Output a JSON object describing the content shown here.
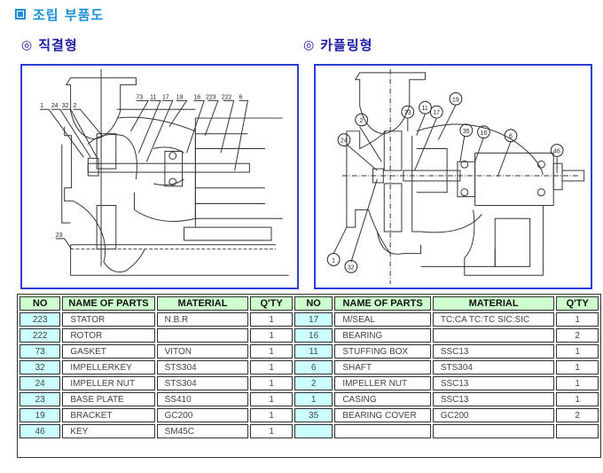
{
  "page": {
    "title": "조립 부품도",
    "title_icon": "square-bullet-icon",
    "accent_color": "#1a8ed8"
  },
  "diagrams": [
    {
      "heading": "직결형",
      "bullet": "◎",
      "part_labels": [
        "1",
        "24",
        "32",
        "2",
        "73",
        "11",
        "17",
        "19",
        "16",
        "223",
        "222",
        "6",
        "23"
      ]
    },
    {
      "heading": "카플링형",
      "bullet": "◎",
      "part_labels": [
        "2",
        "24",
        "73",
        "11",
        "17",
        "19",
        "35",
        "16",
        "6",
        "46",
        "1",
        "32"
      ]
    }
  ],
  "table": {
    "headers": [
      "NO",
      "NAME OF PARTS",
      "MATERIAL",
      "Q'TY",
      "NO",
      "NAME OF PARTS",
      "MATERIAL",
      "Q'TY"
    ],
    "rows": [
      {
        "left": {
          "no": "223",
          "name": "STATOR",
          "material": "N.B.R",
          "qty": "1"
        },
        "right": {
          "no": "17",
          "name": "M/SEAL",
          "material": "TC:CA TC:TC SIC:SIC",
          "qty": "1"
        }
      },
      {
        "left": {
          "no": "222",
          "name": "ROTOR",
          "material": "",
          "qty": "1"
        },
        "right": {
          "no": "16",
          "name": "BEARING",
          "material": "",
          "qty": "2"
        }
      },
      {
        "left": {
          "no": "73",
          "name": "GASKET",
          "material": "VITON",
          "qty": "1"
        },
        "right": {
          "no": "11",
          "name": "STUFFING BOX",
          "material": "SSC13",
          "qty": "1"
        }
      },
      {
        "left": {
          "no": "32",
          "name": "IMPELLERKEY",
          "material": "STS304",
          "qty": "1"
        },
        "right": {
          "no": "6",
          "name": "SHAFT",
          "material": "STS304",
          "qty": "1"
        }
      },
      {
        "left": {
          "no": "24",
          "name": "IMPELLER NUT",
          "material": "STS304",
          "qty": "1"
        },
        "right": {
          "no": "2",
          "name": "IMPELLER NUT",
          "material": "SSC13",
          "qty": "1"
        }
      },
      {
        "left": {
          "no": "23",
          "name": "BASE PLATE",
          "material": "SS410",
          "qty": "1"
        },
        "right": {
          "no": "1",
          "name": "CASING",
          "material": "SSC13",
          "qty": "1"
        }
      },
      {
        "left": {
          "no": "19",
          "name": "BRACKET",
          "material": "GC200",
          "qty": "1"
        },
        "right": {
          "no": "35",
          "name": "BEARING COVER",
          "material": "GC200",
          "qty": "2"
        }
      },
      {
        "left": {
          "no": "46",
          "name": "KEY",
          "material": "SM45C",
          "qty": "1"
        },
        "right": {
          "no": "",
          "name": "",
          "material": "",
          "qty": ""
        }
      }
    ]
  }
}
